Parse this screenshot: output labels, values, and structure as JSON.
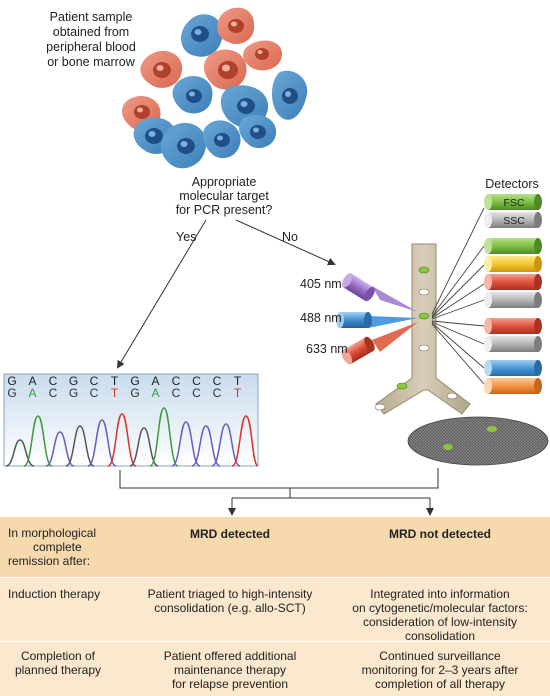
{
  "sample_label": [
    "Patient sample",
    "obtained from",
    "peripheral blood",
    "or bone marrow"
  ],
  "question": [
    "Appropriate",
    "molecular target",
    "for PCR present?"
  ],
  "yes_label": "Yes",
  "no_label": "No",
  "detectors_title": "Detectors",
  "fsc_label": "FSC",
  "ssc_label": "SSC",
  "lasers": [
    "405 nm",
    "488 nm",
    "633 nm"
  ],
  "sequence_top": [
    "G",
    "A",
    "C",
    "G",
    "C",
    "T",
    "G",
    "A",
    "C",
    "C",
    "C",
    "T"
  ],
  "sequence_bottom": [
    "G",
    "A",
    "C",
    "G",
    "C",
    "T",
    "G",
    "A",
    "C",
    "C",
    "C",
    "T"
  ],
  "table": {
    "header": {
      "col1": [
        "In morphological",
        "complete",
        "remission after:"
      ],
      "col2": "MRD detected",
      "col3": "MRD not detected"
    },
    "rows": [
      {
        "col1": [
          "Induction therapy"
        ],
        "col2": [
          "Patient triaged to high-intensity",
          "consolidation (e.g. allo-SCT)"
        ],
        "col3": [
          "Integrated into information",
          "on cytogenetic/molecular factors:",
          "consideration of low-intensity",
          "consolidation"
        ]
      },
      {
        "col1": [
          "Completion of",
          "planned therapy"
        ],
        "col2": [
          "Patient offered additional",
          "maintenance therapy",
          "for relapse prevention"
        ],
        "col3": [
          "Continued surveillance",
          "monitoring for 2–3 years after",
          "completion of all therapy"
        ]
      }
    ]
  }
}
